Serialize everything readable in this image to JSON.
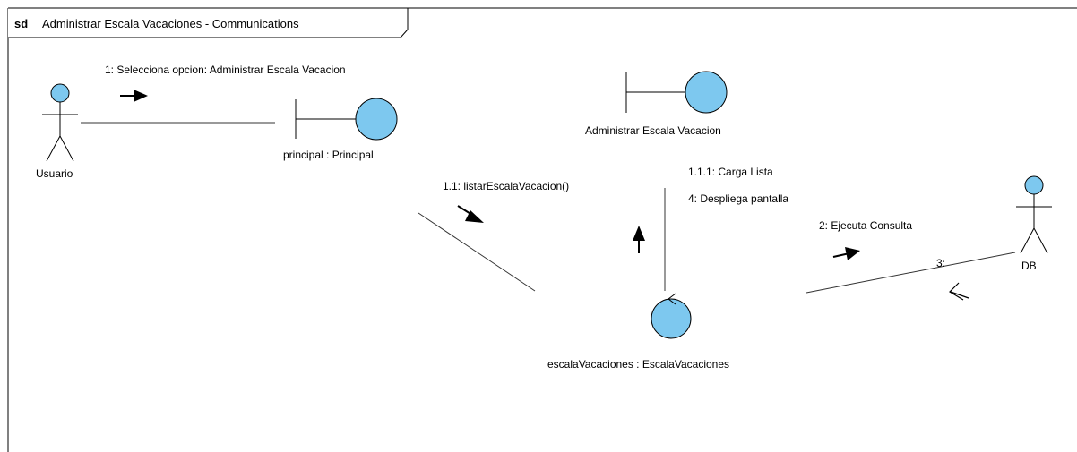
{
  "frame": {
    "keyword": "sd",
    "title": "Administrar Escala Vacaciones - Communications"
  },
  "colors": {
    "fill": "#7dc8ef",
    "stroke": "#000000",
    "line": "#333333"
  },
  "lifelines": {
    "usuario": "Usuario",
    "principal": "principal : Principal",
    "admin_boundary": "Administrar Escala Vacacion",
    "escala": "escalaVacaciones : EscalaVacaciones",
    "db": "DB"
  },
  "messages": {
    "m1": "1: Selecciona opcion: Administrar  Escala Vacacion",
    "m11": "1.1: listarEscalaVacacion()",
    "m111": "1.1.1: Carga Lista",
    "m4": "4: Despliega pantalla",
    "m2": "2: Ejecuta Consulta",
    "m3": "3:"
  }
}
